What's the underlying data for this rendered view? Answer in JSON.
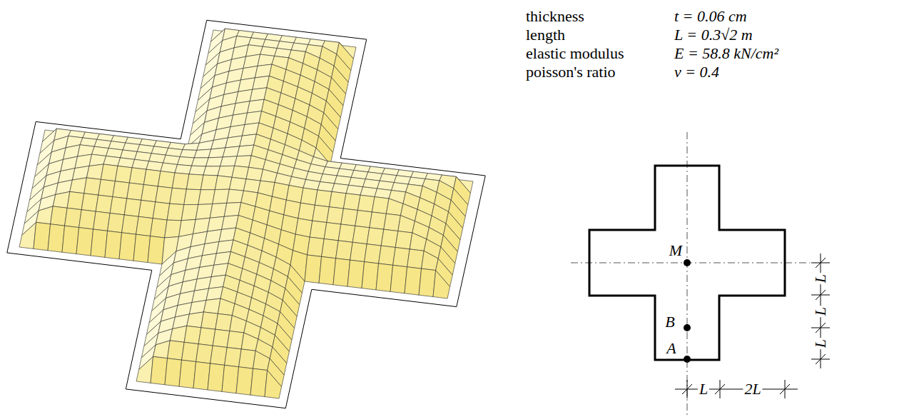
{
  "diagram": {
    "labels": [
      "thickness",
      "t = 0.06 cm",
      "length",
      "L = 0.3√2 m",
      "elastic modulus",
      "E = 58.8 kN/cm²",
      "poisson's ratio",
      "ν = 0.4",
      "M",
      "B",
      "A",
      "L",
      "L",
      "L",
      "L",
      "2L"
    ]
  }
}
